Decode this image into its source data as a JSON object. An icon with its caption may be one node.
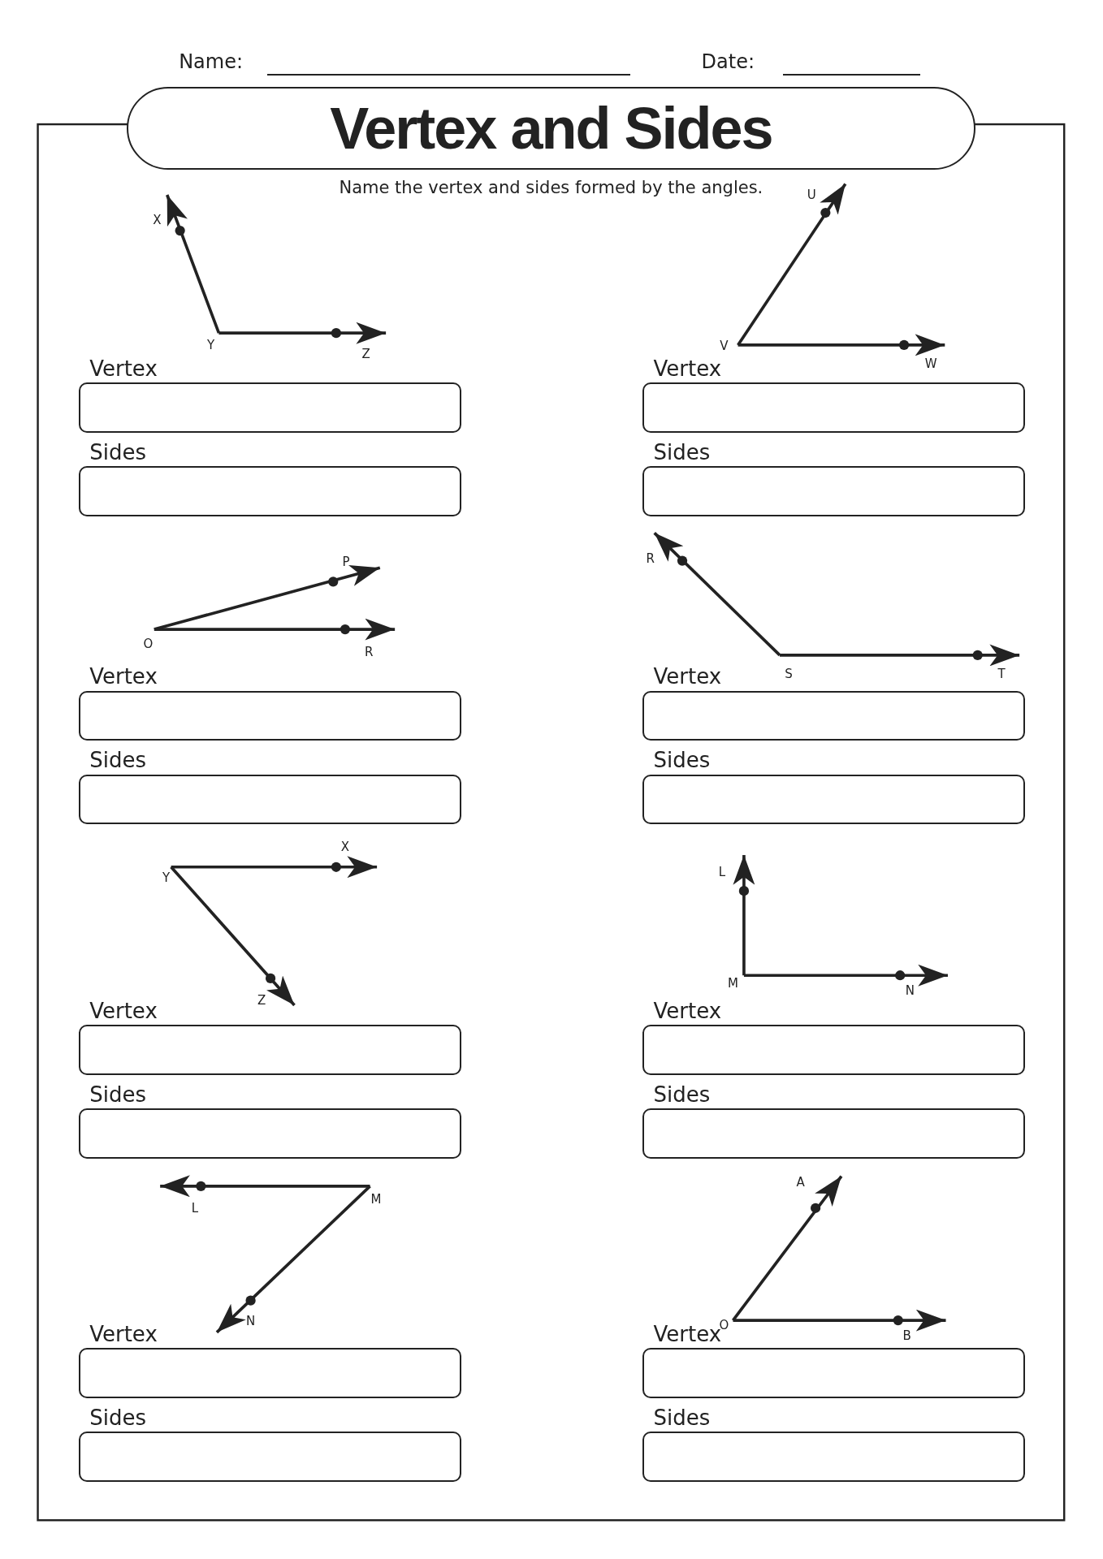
{
  "diagram": {
    "title": "Vertex and Sides",
    "labels": [
      "Name:",
      "Date:",
      "Name the vertex and sides formed by the angles.",
      "X",
      "Y",
      "Z",
      "Vertex",
      "Sides",
      "U",
      "V",
      "W",
      "Vertex",
      "Sides",
      "P",
      "O",
      "R",
      "Vertex",
      "Sides",
      "R",
      "S",
      "T",
      "Vertex",
      "Sides",
      "X",
      "Y",
      "Z",
      "Vertex",
      "Sides",
      "L",
      "M",
      "N",
      "Vertex",
      "Sides",
      "L",
      "M",
      "N",
      "Vertex",
      "Sides",
      "A",
      "O",
      "B",
      "Vertex",
      "Sides"
    ]
  }
}
